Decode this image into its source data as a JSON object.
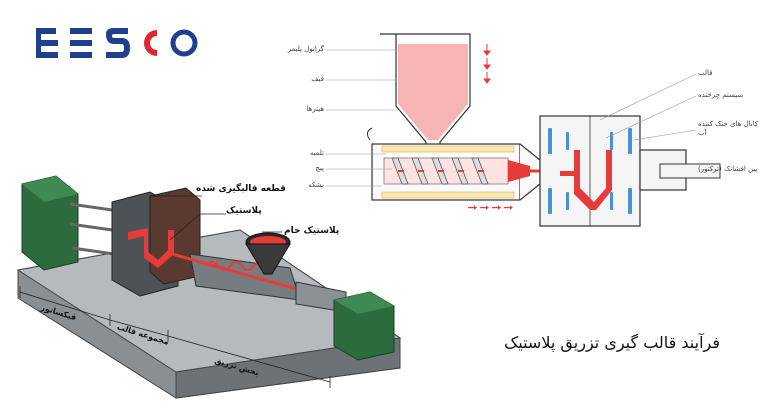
{
  "brand": {
    "name": "BESCO",
    "color": "#1f3f8f"
  },
  "caption": "فرآیند قالب گیری تزریق پلاستیک",
  "schematic_labels_left": [
    "گرانول پلیمر",
    "قیف",
    "هیترها",
    "تلمبه",
    "پیچ",
    "بشکه"
  ],
  "schematic_labels_right": [
    "قالب",
    "سیستم چرخنده",
    "کانال های خنک کننده آب",
    "پین افشانک (ترکتور)"
  ],
  "machine_labels": {
    "molded_part": "قطعه قالبگیری شده",
    "plastic": "پلاستیک",
    "raw_plastic": "پلاستیک خام"
  },
  "section_labels": [
    "فیکساتور",
    "مجموعه قالب",
    "بخش تزریق"
  ],
  "colors": {
    "melt": "#e63b3b",
    "hopper_fill": "#f7b4b4",
    "machine_green": "#2c6b3c"
  }
}
